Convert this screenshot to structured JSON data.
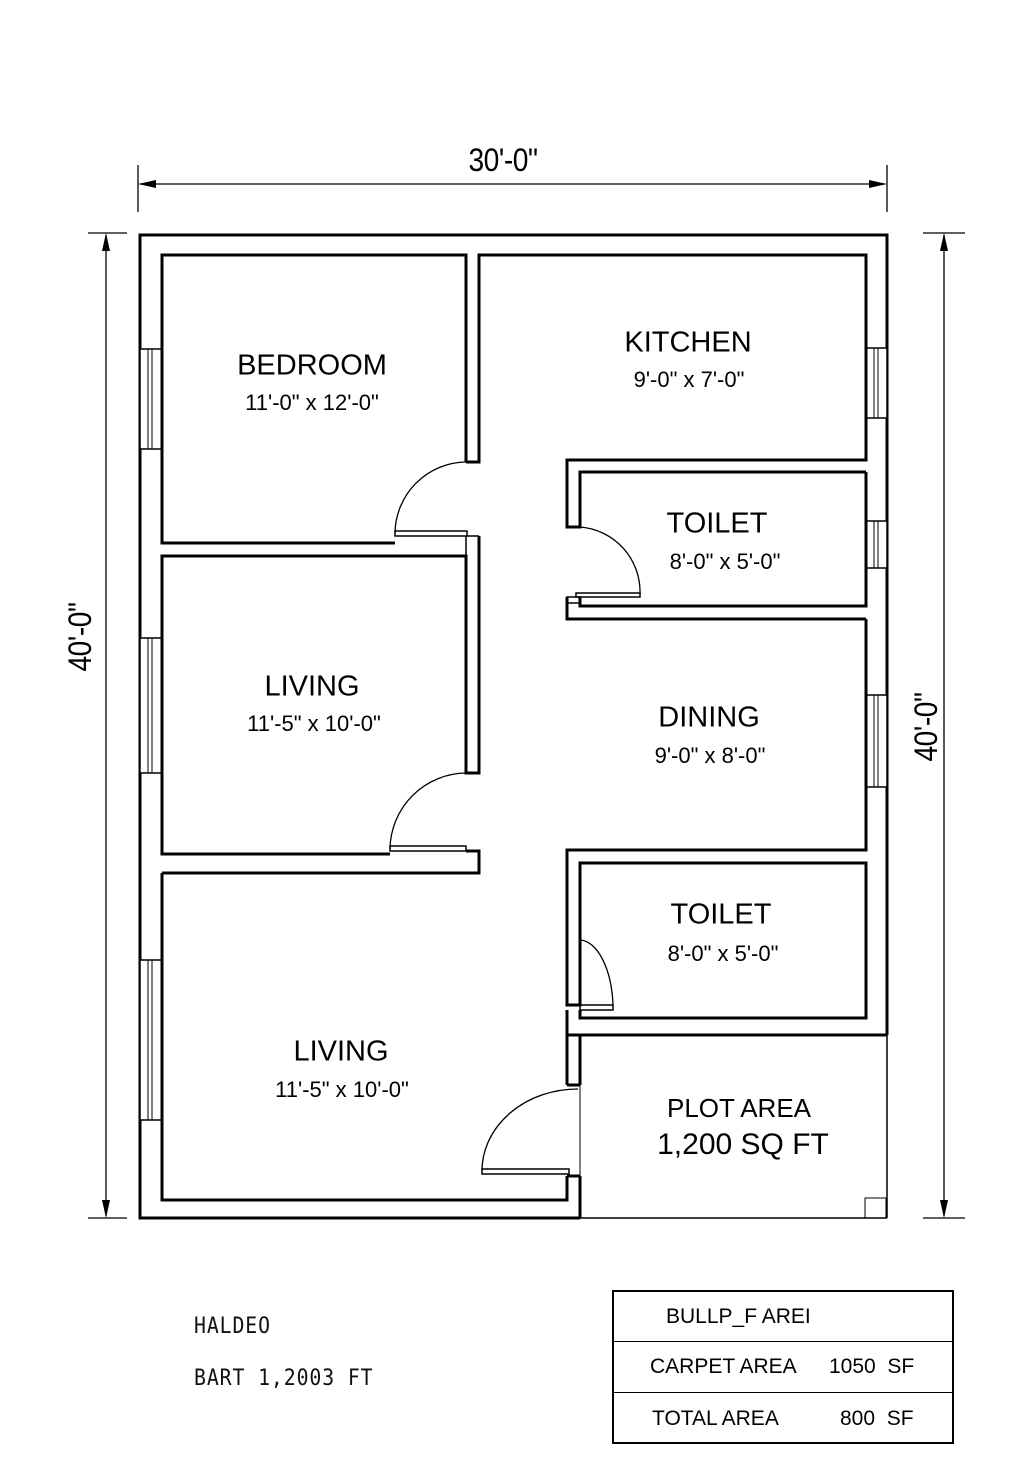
{
  "dimensions": {
    "top_width": "30'-0\"",
    "left_height": "40'-0\"",
    "right_height": "40'-0\""
  },
  "rooms": [
    {
      "id": "bedroom",
      "name": "BEDROOM",
      "size": "11'-0\" x 12'-0\""
    },
    {
      "id": "kitchen",
      "name": "KITCHEN",
      "size": "9'-0\" x 7'-0\""
    },
    {
      "id": "toilet-1",
      "name": "TOILET",
      "size": "8'-0\" x 5'-0\""
    },
    {
      "id": "living-1",
      "name": "LIVING",
      "size": "11'-5\" x 10'-0\""
    },
    {
      "id": "dining",
      "name": "DINING",
      "size": "9'-0\" x 8'-0\""
    },
    {
      "id": "toilet-2",
      "name": "TOILET",
      "size": "8'-0\" x 5'-0\""
    },
    {
      "id": "living-2",
      "name": "LIVING",
      "size": "11'-5\" x 10'-0\""
    }
  ],
  "plot": {
    "label": "PLOT AREA",
    "value": "1,200 SQ FT"
  },
  "notes": {
    "line1": "HALDEO",
    "line2": "BART 1,2003 FT"
  },
  "area_table": {
    "rows": [
      {
        "label": "BULLP_F AREI",
        "value": ""
      },
      {
        "label": "CARPET AREA",
        "value": "1050  SF"
      },
      {
        "label": "TOTAL AREA",
        "value": "800  SF"
      }
    ]
  },
  "colors": {
    "line": "#000000",
    "background": "#ffffff"
  }
}
